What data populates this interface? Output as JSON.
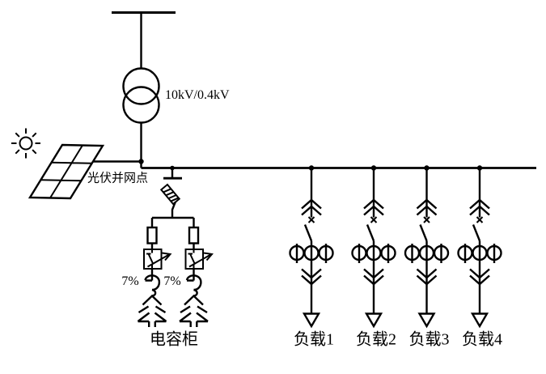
{
  "diagram_title": "",
  "labels": {
    "transformer_ratio": "10kV/0.4kV",
    "pv_grid_point": "光伏并网点",
    "capacitor_cabinet": "电容柜",
    "reactor_left_tap": "7%",
    "reactor_right_tap": "7%"
  },
  "loads": [
    {
      "label": "负载1"
    },
    {
      "label": "负载2"
    },
    {
      "label": "负载3"
    },
    {
      "label": "负载4"
    }
  ],
  "icons": {
    "sun": "sun-icon",
    "solar_panel": "solar-panel-icon",
    "transformer": "two-winding-transformer-icon",
    "fuse_switch": "fuse-disconnector-icon",
    "fuse": "fuse-icon",
    "contactor": "switched-contactor-icon",
    "reactor": "series-reactor-icon",
    "capacitor_bank": "capacitor-bank-icon",
    "breaker": "drawout-circuit-breaker-icon",
    "current_transformers": "current-transformer-icon",
    "load_arrow": "load-feeder-arrow-icon"
  },
  "colors": {
    "line": "#000000",
    "background": "#ffffff"
  }
}
